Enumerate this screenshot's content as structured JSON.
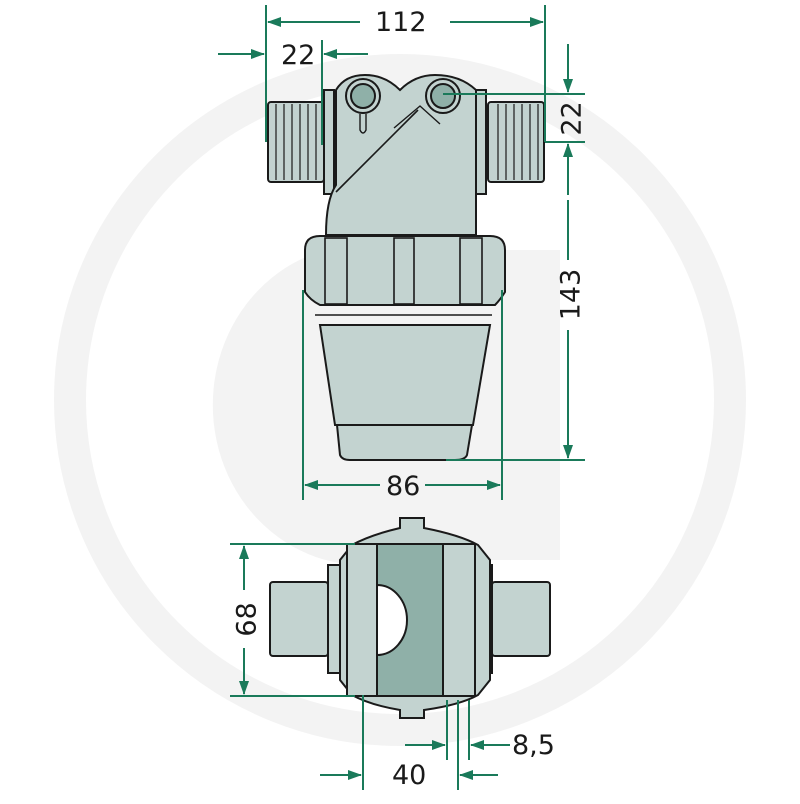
{
  "diagram": {
    "subject": "Inline pressure filter with threaded connections – technical dimension drawing",
    "views": [
      "front-view",
      "top-view"
    ],
    "colors": {
      "dimension_line": "#1a7a5a",
      "body_fill": "#c3d3d0",
      "body_dark_fill": "#8fb0a8",
      "outline": "#1a1a1a",
      "watermark": "#f3f3f3",
      "background": "#ffffff"
    },
    "dimensions": {
      "overall_width": "112",
      "thread_length": "22",
      "thread_offset_height": "22",
      "body_height": "143",
      "bowl_diameter": "86",
      "top_view_height": "68",
      "top_view_width": "40",
      "wall_thickness": "8,5"
    },
    "units": "mm"
  }
}
